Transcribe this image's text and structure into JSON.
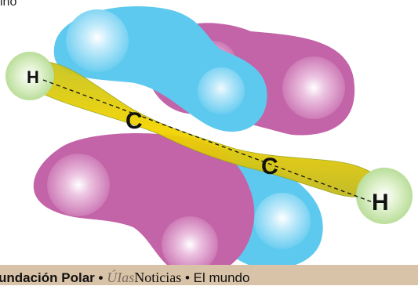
{
  "top_caption": "ino",
  "atoms": {
    "carbon_left": "C",
    "carbon_right": "C",
    "hydrogen_left": "H",
    "hydrogen_right": "H"
  },
  "colors": {
    "pi_lobe_blue": "#5ec9ef",
    "pi_lobe_magenta": "#c363a8",
    "sigma_bond_yellow": "#e6ce00",
    "hydrogen_green": "#aad686",
    "footer_band": "#d9c3a8"
  },
  "footer": {
    "org": "undación Polar",
    "sep1": " • ",
    "logo_partial": "ÚI",
    "logo_italic": "as",
    "logo_main": "Noticias",
    "sep2": " • ",
    "tail": "El mundo"
  }
}
